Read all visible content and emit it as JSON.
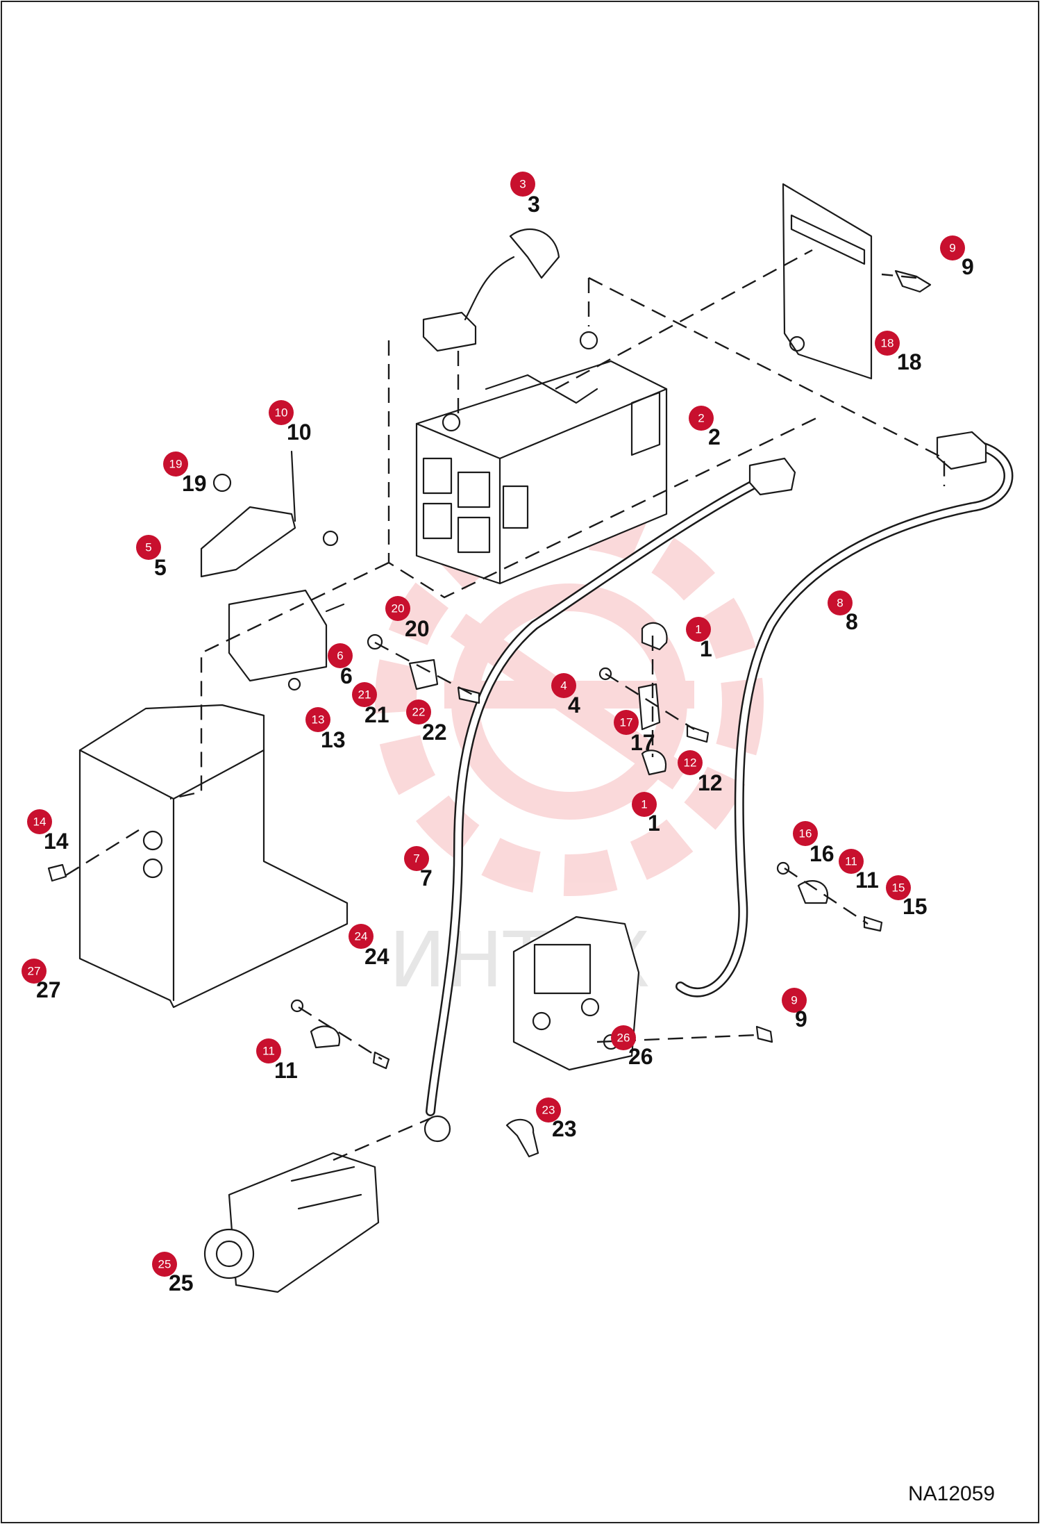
{
  "drawing_ref": "NA12059",
  "watermark_text": "ИНТЕХ",
  "badge_color": "#c8102e",
  "callouts": [
    {
      "n": "3",
      "label": "3"
    },
    {
      "n": "9",
      "label": "9"
    },
    {
      "n": "18",
      "label": "18"
    },
    {
      "n": "10",
      "label": "10"
    },
    {
      "n": "2",
      "label": "2"
    },
    {
      "n": "19",
      "label": "19"
    },
    {
      "n": "5",
      "label": "5"
    },
    {
      "n": "8",
      "label": "8"
    },
    {
      "n": "20",
      "label": "20"
    },
    {
      "n": "1",
      "label": "1"
    },
    {
      "n": "6",
      "label": "6"
    },
    {
      "n": "4",
      "label": "4"
    },
    {
      "n": "21",
      "label": "21"
    },
    {
      "n": "22",
      "label": "22"
    },
    {
      "n": "17",
      "label": "17"
    },
    {
      "n": "13",
      "label": "13"
    },
    {
      "n": "12",
      "label": "12"
    },
    {
      "n": "1",
      "label": "1"
    },
    {
      "n": "14",
      "label": "14"
    },
    {
      "n": "16",
      "label": "16"
    },
    {
      "n": "7",
      "label": "7"
    },
    {
      "n": "11",
      "label": "11"
    },
    {
      "n": "15",
      "label": "15"
    },
    {
      "n": "24",
      "label": "24"
    },
    {
      "n": "27",
      "label": "27"
    },
    {
      "n": "9",
      "label": "9"
    },
    {
      "n": "11",
      "label": "11"
    },
    {
      "n": "26",
      "label": "26"
    },
    {
      "n": "23",
      "label": "23"
    },
    {
      "n": "25",
      "label": "25"
    }
  ]
}
